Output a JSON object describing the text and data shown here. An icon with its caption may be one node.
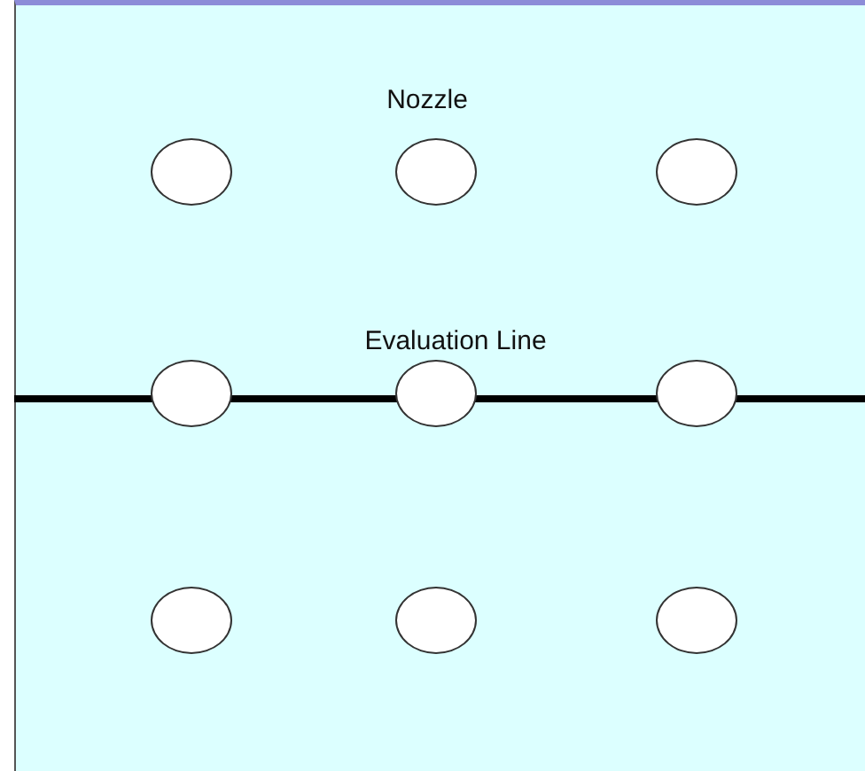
{
  "diagram": {
    "nodes": [
      {
        "text": [],
        "shape": "circle"
      },
      {
        "text": [],
        "shape": "circle"
      },
      {
        "text": [],
        "shape": "circle"
      },
      {
        "text": [],
        "shape": "circle"
      },
      {
        "text": [],
        "shape": "circle"
      },
      {
        "text": [],
        "shape": "circle"
      },
      {
        "text": [],
        "shape": "circle"
      },
      {
        "text": [],
        "shape": "circle"
      },
      {
        "text": [],
        "shape": "circle"
      }
    ],
    "labels": [
      "Nozzle",
      "Evaluation Line"
    ]
  }
}
